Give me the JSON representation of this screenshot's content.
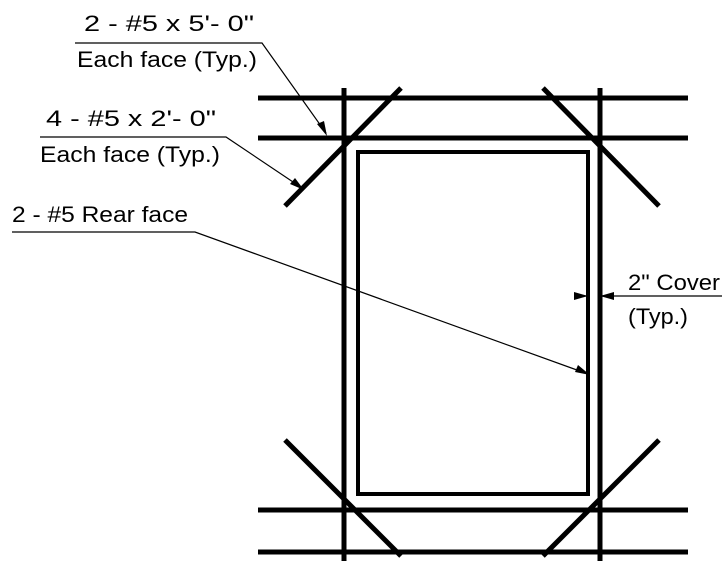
{
  "drawing": {
    "line_color": "#000000",
    "background_color": "#ffffff"
  },
  "labels": {
    "top_bars": {
      "line1": "2 - #5 x 5'- 0\"",
      "line2": "Each face (Typ.)"
    },
    "diagonal_bars": {
      "line1": "4 - #5 x 2'- 0\"",
      "line2": "Each face (Typ.)"
    },
    "rear_bars": {
      "line1": "2 - #5 Rear face"
    },
    "cover": {
      "line1": "2\" Cover",
      "line2": "(Typ.)"
    }
  }
}
